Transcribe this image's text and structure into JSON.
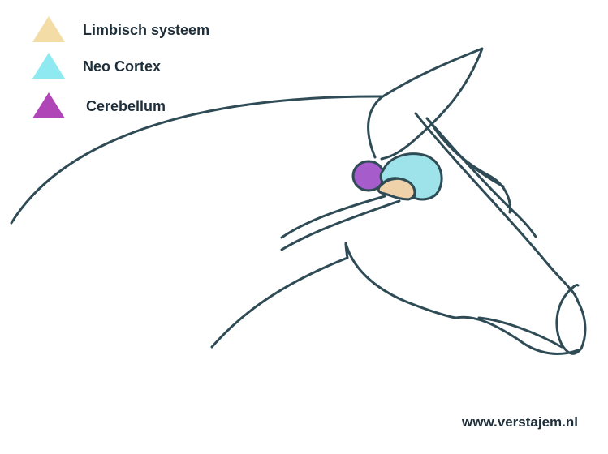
{
  "legend": [
    {
      "label": "Limbisch systeem",
      "color": "#f3dca6",
      "icon": "triangle-icon"
    },
    {
      "label": "Neo Cortex",
      "color": "#8eeaf0",
      "icon": "triangle-icon"
    },
    {
      "label": "Cerebellum",
      "color": "#b045b8",
      "icon": "triangle-icon"
    }
  ],
  "brain": {
    "limbic_color": "#efd2aa",
    "neocortex_color": "#9ee3ea",
    "cerebellum_color": "#a65ccb"
  },
  "outline_color": "#2f4b55",
  "footer": {
    "url": "www.verstajem.nl"
  }
}
